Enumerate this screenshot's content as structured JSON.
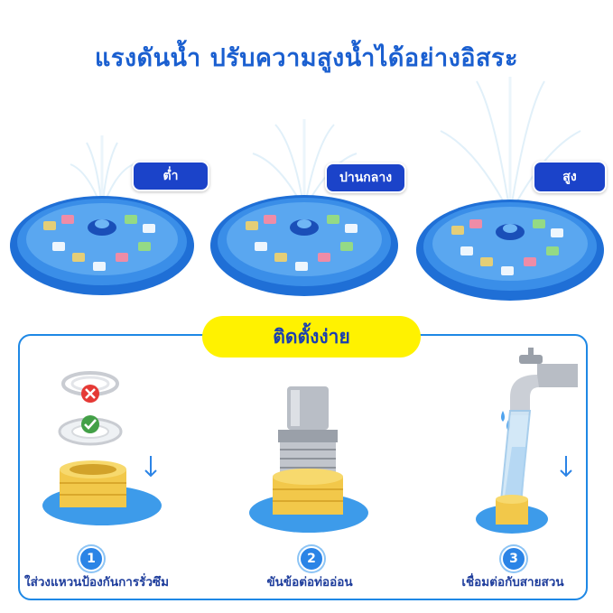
{
  "header": {
    "title": "แรงดันน้ำ ปรับความสูงน้ำได้อย่างอิสระ"
  },
  "levels": [
    {
      "label": "ต่ำ"
    },
    {
      "label": "ปานกลาง"
    },
    {
      "label": "สูง"
    }
  ],
  "install": {
    "title": "ติดตั้งง่าย",
    "steps": [
      {
        "number": "1",
        "label": "ใส่วงแหวนป้องกันการรั่วซึม"
      },
      {
        "number": "2",
        "label": "ขันข้อต่อท่ออ่อน"
      },
      {
        "number": "3",
        "label": "เชื่อมต่อกับสายสวน"
      }
    ]
  },
  "colors": {
    "title_blue": "#1a5fd0",
    "badge_blue": "#1b43c9",
    "pill_yellow": "#fff200",
    "frame_blue": "#1e88e5",
    "pad_blue": "#1f6fd6"
  }
}
